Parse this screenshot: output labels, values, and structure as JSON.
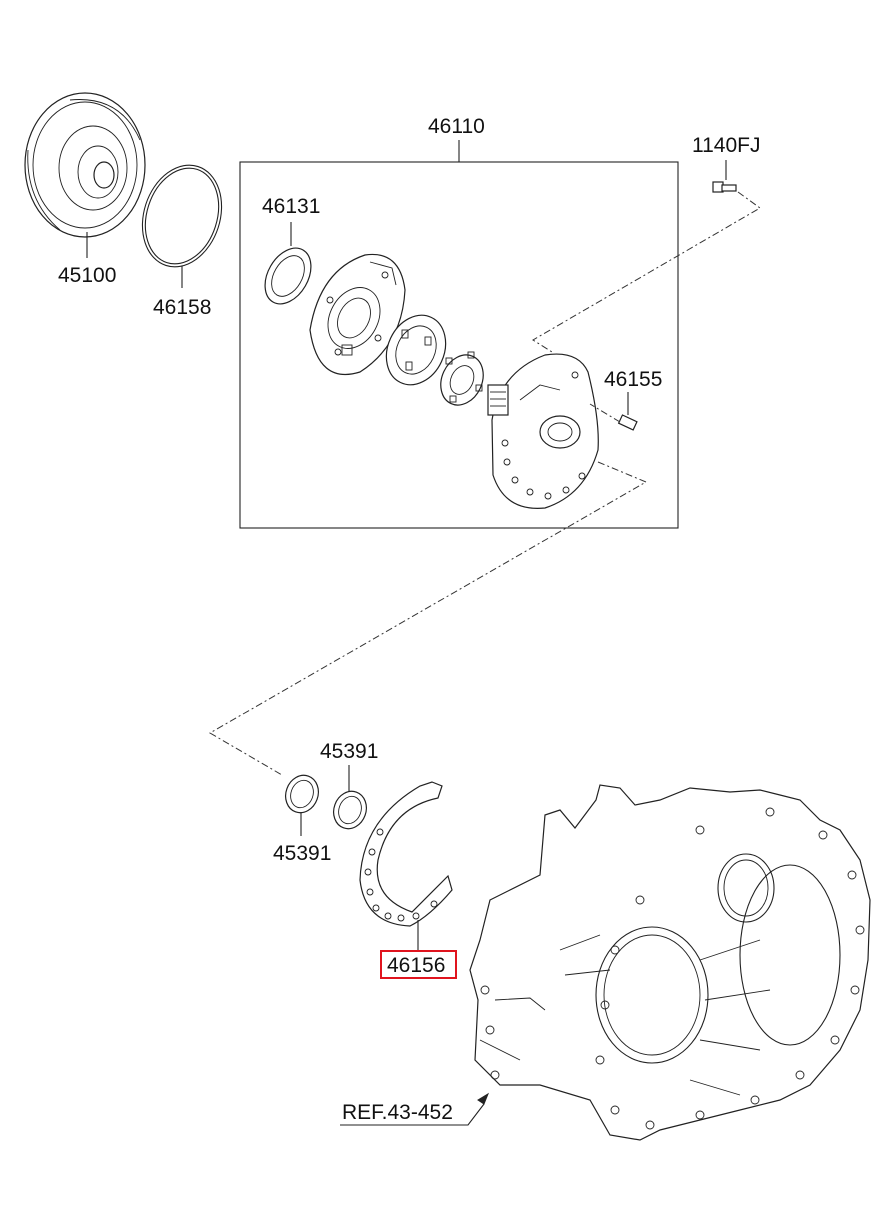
{
  "callouts": {
    "torque_converter": "45100",
    "o_ring": "46158",
    "pump_assembly": "46110",
    "oil_seal": "46131",
    "bolt": "1140FJ",
    "dowel": "46155",
    "seal_ring_top": "45391",
    "seal_ring_bottom": "45391",
    "gasket": "46156",
    "reference": "REF.43-452"
  },
  "highlight": {
    "part": "46156",
    "color": "#e0141e"
  }
}
